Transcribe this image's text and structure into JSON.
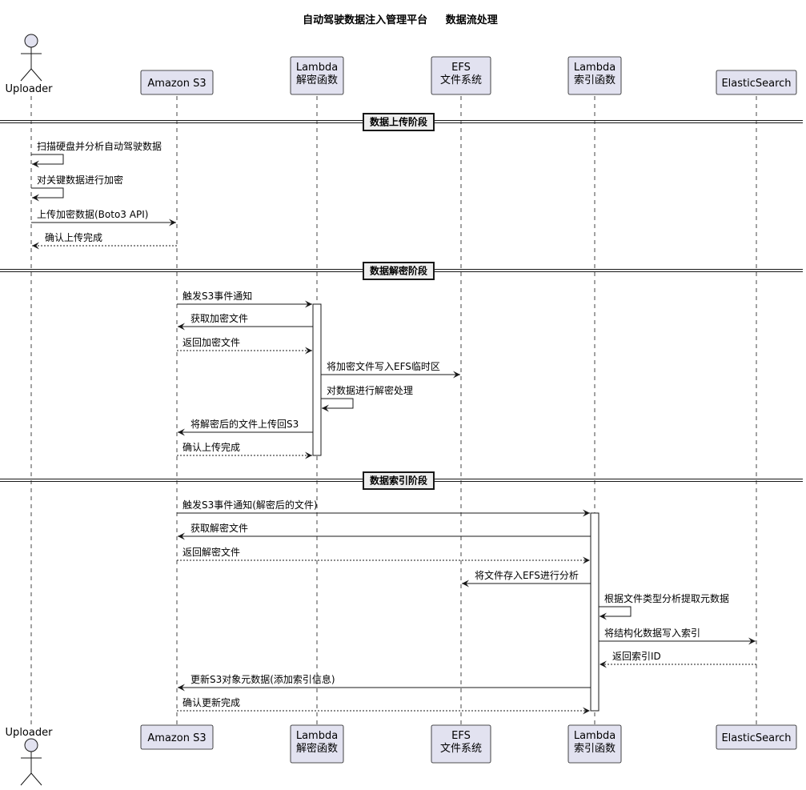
{
  "title": "自动驾驶数据注入管理平台     数据流处理",
  "participants": [
    {
      "id": "uploader",
      "kind": "actor",
      "lines": [
        "Uploader"
      ]
    },
    {
      "id": "s3",
      "kind": "box",
      "lines": [
        "Amazon S3"
      ]
    },
    {
      "id": "decrypt",
      "kind": "box",
      "lines": [
        "Lambda",
        "解密函数"
      ]
    },
    {
      "id": "efs",
      "kind": "box",
      "lines": [
        "EFS",
        "文件系统"
      ]
    },
    {
      "id": "index",
      "kind": "box",
      "lines": [
        "Lambda",
        "索引函数"
      ]
    },
    {
      "id": "es",
      "kind": "box",
      "lines": [
        "ElasticSearch"
      ]
    }
  ],
  "sections": [
    {
      "label": "数据上传阶段"
    },
    {
      "label": "数据解密阶段"
    },
    {
      "label": "数据索引阶段"
    }
  ],
  "messages": [
    {
      "from": "uploader",
      "to": "uploader",
      "text": "扫描硬盘并分析自动驾驶数据",
      "style": "solid"
    },
    {
      "from": "uploader",
      "to": "uploader",
      "text": "对关键数据进行加密",
      "style": "solid"
    },
    {
      "from": "uploader",
      "to": "s3",
      "text": "上传加密数据(Boto3 API)",
      "style": "solid"
    },
    {
      "from": "s3",
      "to": "uploader",
      "text": "确认上传完成",
      "style": "dashed"
    },
    {
      "from": "s3",
      "to": "decrypt",
      "text": "触发S3事件通知",
      "style": "solid"
    },
    {
      "from": "decrypt",
      "to": "s3",
      "text": "获取加密文件",
      "style": "solid"
    },
    {
      "from": "s3",
      "to": "decrypt",
      "text": "返回加密文件",
      "style": "dashed"
    },
    {
      "from": "decrypt",
      "to": "efs",
      "text": "将加密文件写入EFS临时区",
      "style": "solid"
    },
    {
      "from": "decrypt",
      "to": "decrypt",
      "text": "对数据进行解密处理",
      "style": "solid"
    },
    {
      "from": "decrypt",
      "to": "s3",
      "text": "将解密后的文件上传回S3",
      "style": "solid"
    },
    {
      "from": "s3",
      "to": "decrypt",
      "text": "确认上传完成",
      "style": "dashed"
    },
    {
      "from": "s3",
      "to": "index",
      "text": "触发S3事件通知(解密后的文件)",
      "style": "solid"
    },
    {
      "from": "index",
      "to": "s3",
      "text": "获取解密文件",
      "style": "solid"
    },
    {
      "from": "s3",
      "to": "index",
      "text": "返回解密文件",
      "style": "dashed"
    },
    {
      "from": "index",
      "to": "efs",
      "text": "将文件存入EFS进行分析",
      "style": "solid"
    },
    {
      "from": "index",
      "to": "index",
      "text": "根据文件类型分析提取元数据",
      "style": "solid"
    },
    {
      "from": "index",
      "to": "es",
      "text": "将结构化数据写入索引",
      "style": "solid"
    },
    {
      "from": "es",
      "to": "index",
      "text": "返回索引ID",
      "style": "dashed"
    },
    {
      "from": "index",
      "to": "s3",
      "text": "更新S3对象元数据(添加索引信息)",
      "style": "solid"
    },
    {
      "from": "s3",
      "to": "index",
      "text": "确认更新完成",
      "style": "dashed"
    }
  ],
  "colors": {
    "participant_fill": "#E2E2F0",
    "participant_border": "#181818",
    "line": "#181818",
    "lifeline": "#181818",
    "activation_fill": "#ffffff",
    "separator_box_fill": "#EEEEEE"
  }
}
